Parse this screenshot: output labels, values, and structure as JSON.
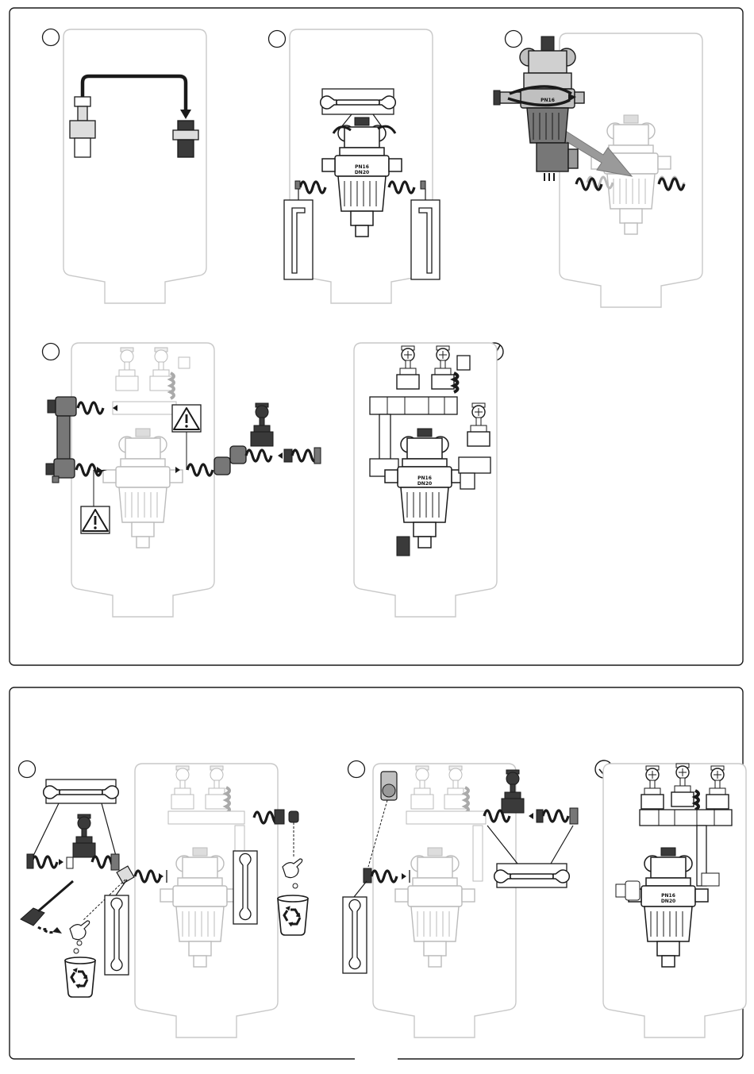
{
  "colors": {
    "outline": "#1a1a1a",
    "ghost": "#c9c9c9",
    "ghost_fill": "#ffffff",
    "dark_part": "#3a3a3a",
    "mid_part": "#777777",
    "light_part": "#bdbdbd",
    "arrow_grey": "#9a9a9a"
  },
  "section_top": {
    "steps": [
      {
        "id": "top-step-1",
        "marker": "",
        "description": "nut-transfer"
      },
      {
        "id": "top-step-2",
        "marker": "",
        "description": "loosen-with-hex-keys"
      },
      {
        "id": "top-step-3",
        "marker": "",
        "description": "rotate-filter-head"
      },
      {
        "id": "top-step-4",
        "marker": "",
        "description": "connect-pipework",
        "warnings": 2
      },
      {
        "id": "top-step-5",
        "marker": "check",
        "description": "assembled"
      }
    ],
    "valve_label": {
      "line1": "PN16",
      "line2": "DN20"
    }
  },
  "section_bottom": {
    "steps": [
      {
        "id": "bottom-step-1",
        "marker": "",
        "description": "remove-plug-recycle"
      },
      {
        "id": "bottom-step-2",
        "marker": "",
        "description": "connect-valve-wrenches"
      },
      {
        "id": "bottom-step-3",
        "marker": "check",
        "description": "assembled"
      }
    ],
    "valve_label": {
      "line1": "PN16",
      "line2": "DN20"
    }
  },
  "icons": [
    "wrench-icon",
    "hex-key-icon",
    "warning-icon",
    "recycle-bin-icon",
    "screwdriver-icon",
    "hand-icon",
    "check-icon",
    "rotation-arrow-icon"
  ]
}
